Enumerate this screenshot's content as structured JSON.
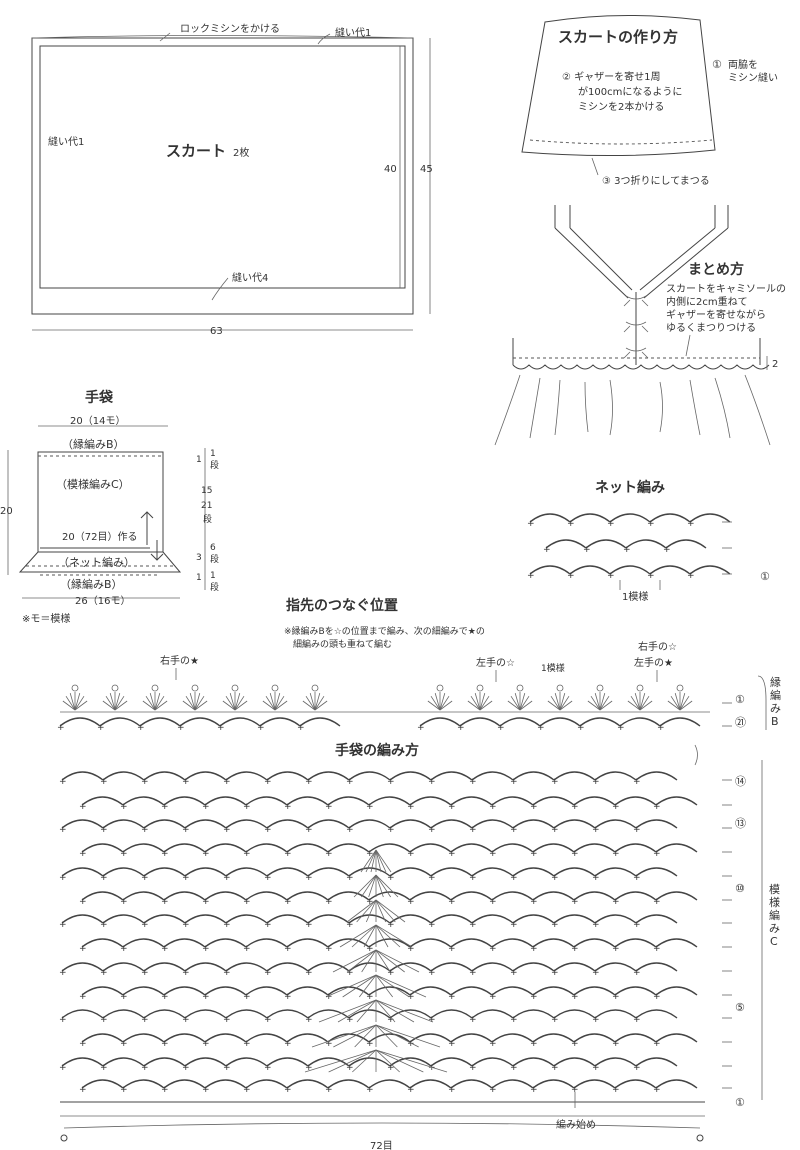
{
  "skirt_pattern": {
    "title": "スカート",
    "count": "2枚",
    "overlock": "ロックミシンをかける",
    "seam_top": "縫い代1",
    "seam_left": "縫い代1",
    "seam_bottom": "縫い代4",
    "dim_inner_height": "40",
    "dim_outer_height": "45",
    "dim_width": "63"
  },
  "skirt_howto": {
    "title": "スカートの作り方",
    "step1_num": "①",
    "step1_line1": "両脇を",
    "step1_line2": "ミシン縫い",
    "step2_line1": "② ギャザーを寄せ1周",
    "step2_line2": "が100cmになるように",
    "step2_line3": "ミシンを2本かける",
    "step3": "③ 3つ折りにしてまつる"
  },
  "assembly": {
    "title": "まとめ方",
    "line1": "スカートをキャミソールの",
    "line2": "内側に2cm重ねて",
    "line3": "ギャザーを寄せながら",
    "line4": "ゆるくまつりつける",
    "dim": "2"
  },
  "glove": {
    "title": "手袋",
    "width_top": "20（14モ）",
    "edge_b_top": "（縁編みB）",
    "pattern_c": "（模様編みC）",
    "start": "20（72目）作る",
    "net": "（ネット編み）",
    "edge_b_bottom": "（縁編みB）",
    "width_bottom": "26（16モ）",
    "height": "20",
    "r1_a": "1",
    "r1_b": "1",
    "r1_c": "段",
    "r15_a": "15",
    "r15_b": "21",
    "r15_c": "段",
    "r3_a": "3",
    "r3_b": "6",
    "r3_c": "段",
    "r1b_a": "1",
    "r1b_b": "1",
    "r1b_c": "段",
    "note": "※モ＝模様"
  },
  "net_stitch": {
    "title": "ネット編み",
    "repeat": "1模様",
    "row_label": "①"
  },
  "finger_join": {
    "title": "指先のつなぐ位置",
    "note_line1": "※縁編みBを☆の位置まで編み、次の細編みで★の",
    "note_line2": "細編みの頭も重ねて編む",
    "right_star_filled": "右手の★",
    "left_star_open": "左手の☆",
    "repeat": "1模様",
    "right_star_open": "右手の☆",
    "left_star_filled": "左手の★",
    "row_1": "①",
    "row_21": "㉑",
    "edge_label": "縁編みB"
  },
  "glove_chart": {
    "title": "手袋の編み方",
    "row_14": "⑭",
    "row_13": "⑬",
    "row_10": "⑩",
    "row_5": "⑤",
    "row_1": "①",
    "pattern_label": "模様編みC",
    "start_label": "編み始め",
    "stitch_count": "72目"
  }
}
